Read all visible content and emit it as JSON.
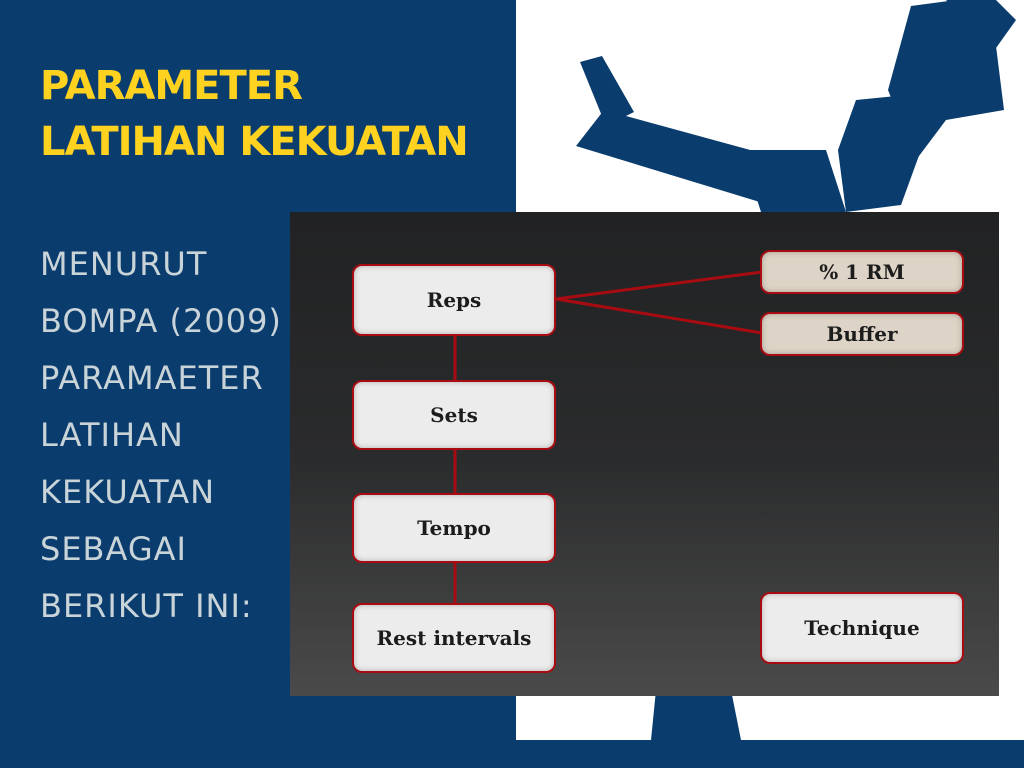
{
  "slide": {
    "title": "PARAMETER LATIHAN KEKUATAN",
    "body_lines": [
      "MENURUT",
      "BOMPA (2009)",
      "PARAMAETER",
      "LATIHAN",
      "KEKUATAN",
      "SEBAGAI",
      "BERIKUT INI:"
    ]
  },
  "diagram": {
    "chain": [
      "Reps",
      "Sets",
      "Tempo",
      "Rest intervals"
    ],
    "reps_branches": [
      "% 1 RM",
      "Buffer"
    ],
    "standalone": "Technique"
  },
  "colors": {
    "panel_blue": "#0b3c6e",
    "title_yellow": "#ffd21f",
    "body_text": "#c9d4d9",
    "connector_red": "#a80c12",
    "node_fill": "#ececec",
    "sub_node_fill": "#ddd3c6"
  }
}
